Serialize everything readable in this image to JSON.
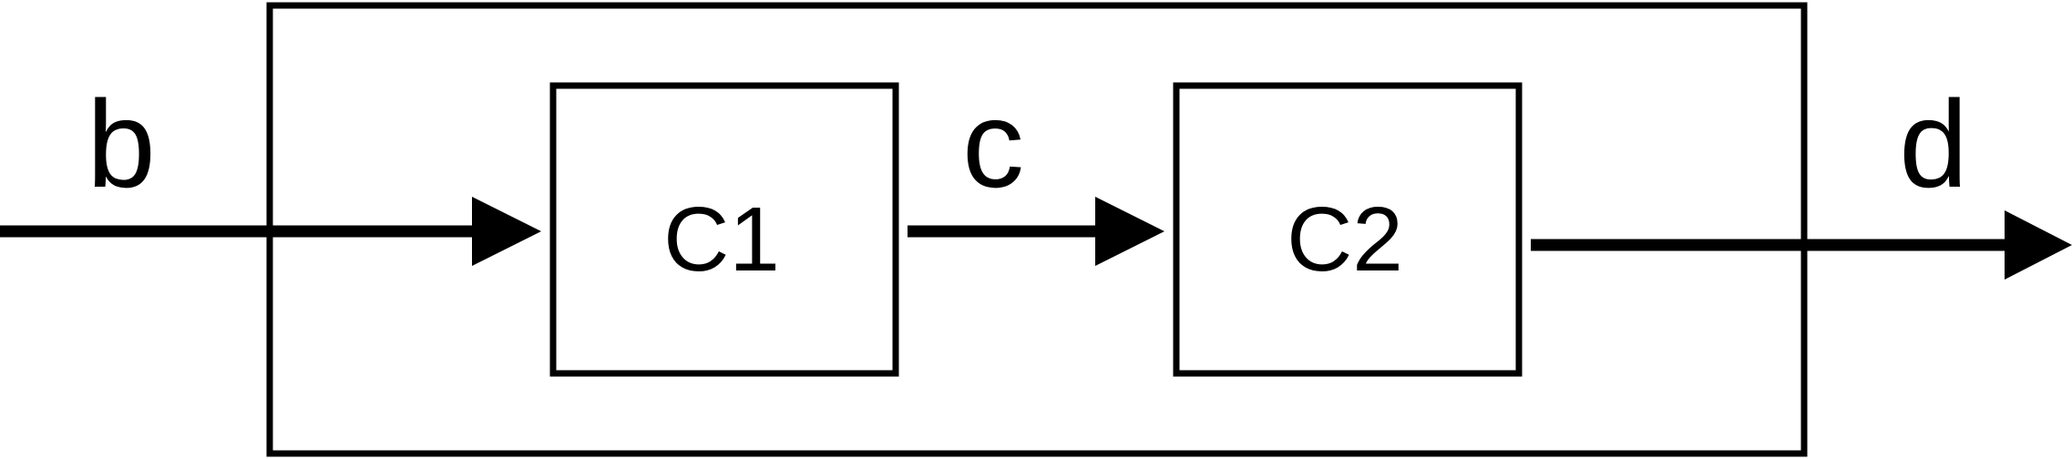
{
  "diagram": {
    "blocks": {
      "c1": {
        "label": "C1"
      },
      "c2": {
        "label": "C2"
      }
    },
    "signals": {
      "b": {
        "label": "b"
      },
      "c": {
        "label": "c"
      },
      "d": {
        "label": "d"
      }
    },
    "colors": {
      "stroke": "#000000",
      "background": "#ffffff"
    }
  }
}
